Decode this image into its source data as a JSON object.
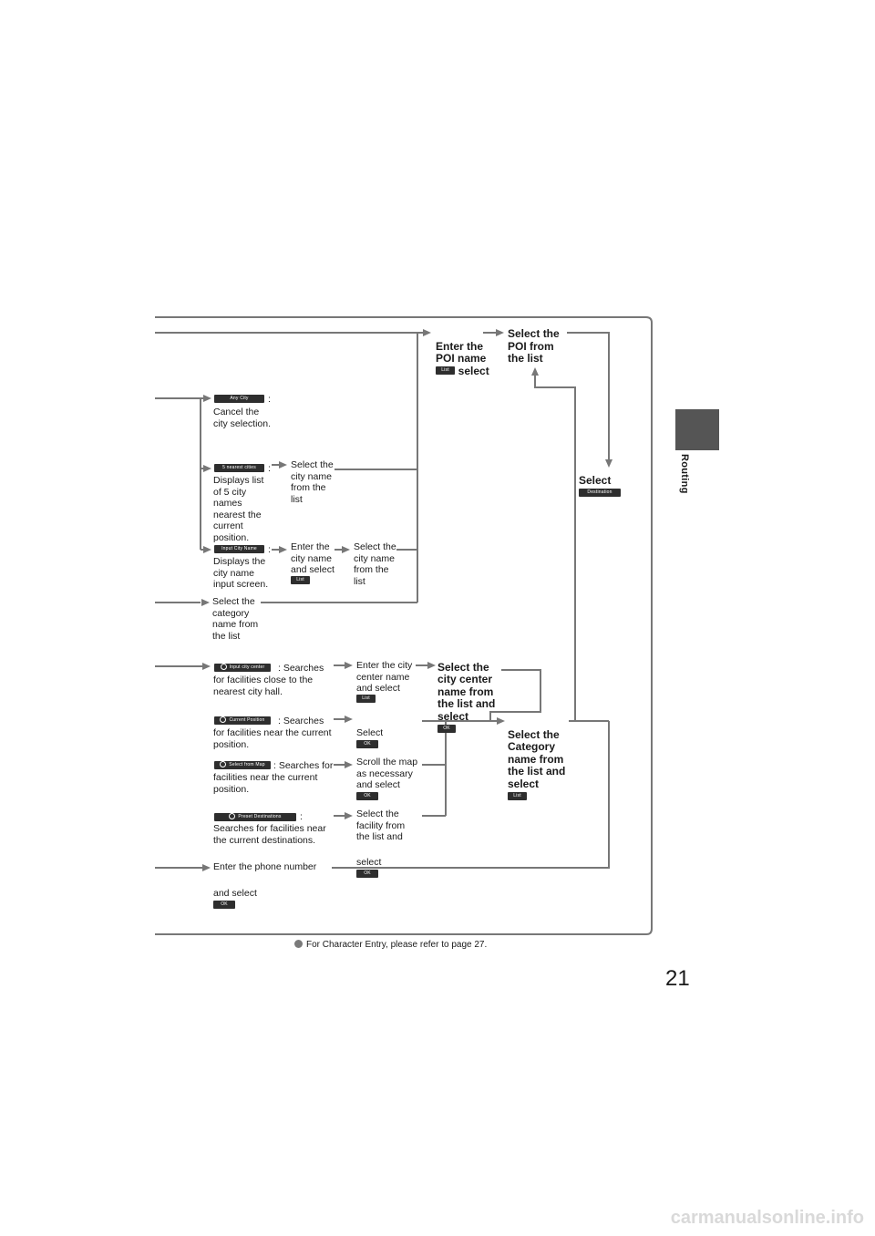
{
  "side_tab": {
    "label": "Routing"
  },
  "page_number": "21",
  "watermark": "carmanualsonline.info",
  "footnote": "For Character Entry, please refer to page 27.",
  "buttons": {
    "list": "List",
    "ok": "OK",
    "destination": "Destination",
    "any_city": "Any City",
    "nearest_cities": "5 nearest cities",
    "input_city_name": "Input City Name",
    "input_city_center": "Input city center",
    "current_position": "Current Position",
    "select_from_map": "Select from Map",
    "preset_destinations": "Preset Destinations"
  },
  "nodes": {
    "enter_poi": "Enter the\nPOI name\nand select",
    "select_poi": "Select the\nPOI from\nthe list",
    "select_word": "Select",
    "any_city_colon": ":",
    "any_city_desc": "Cancel the\ncity selection.",
    "nearest_colon": ":",
    "nearest_desc": "Displays list\nof 5 city\nnames\nnearest the\ncurrent\nposition.",
    "select_city_1": "Select the\ncity name\nfrom the\nlist",
    "input_city_colon": ":",
    "input_city_desc": "Displays the\ncity name\ninput screen.",
    "enter_city_name": "Enter the\ncity name\nand select",
    "select_city_2": "Select the\ncity name\nfrom the\nlist",
    "select_category": "Select the\ncategory\nname from\nthe list",
    "city_center_tail": ": Searches",
    "city_center_desc": "for facilities close to the\nnearest city hall.",
    "enter_city_center": "Enter the city\ncenter name\nand select",
    "select_city_center": "Select the\ncity center\nname from\nthe list and\nselect",
    "current_pos_tail": ": Searches",
    "current_pos_desc": "for facilities near the current\nposition.",
    "select_ok_word": "Select",
    "select_category_2": "Select the\nCategory\nname from\nthe list and\nselect",
    "from_map_tail": ": Searches for",
    "from_map_desc": "facilities near the current\nposition.",
    "scroll_map": "Scroll the map\nas necessary\nand select",
    "preset_colon": ":",
    "preset_desc": "Searches for facilities near\nthe current destinations.",
    "select_facility": "Select the\nfacility from\nthe list and",
    "select_facility_tail": "select",
    "enter_phone": "Enter the phone number",
    "enter_phone_tail": "and select"
  }
}
